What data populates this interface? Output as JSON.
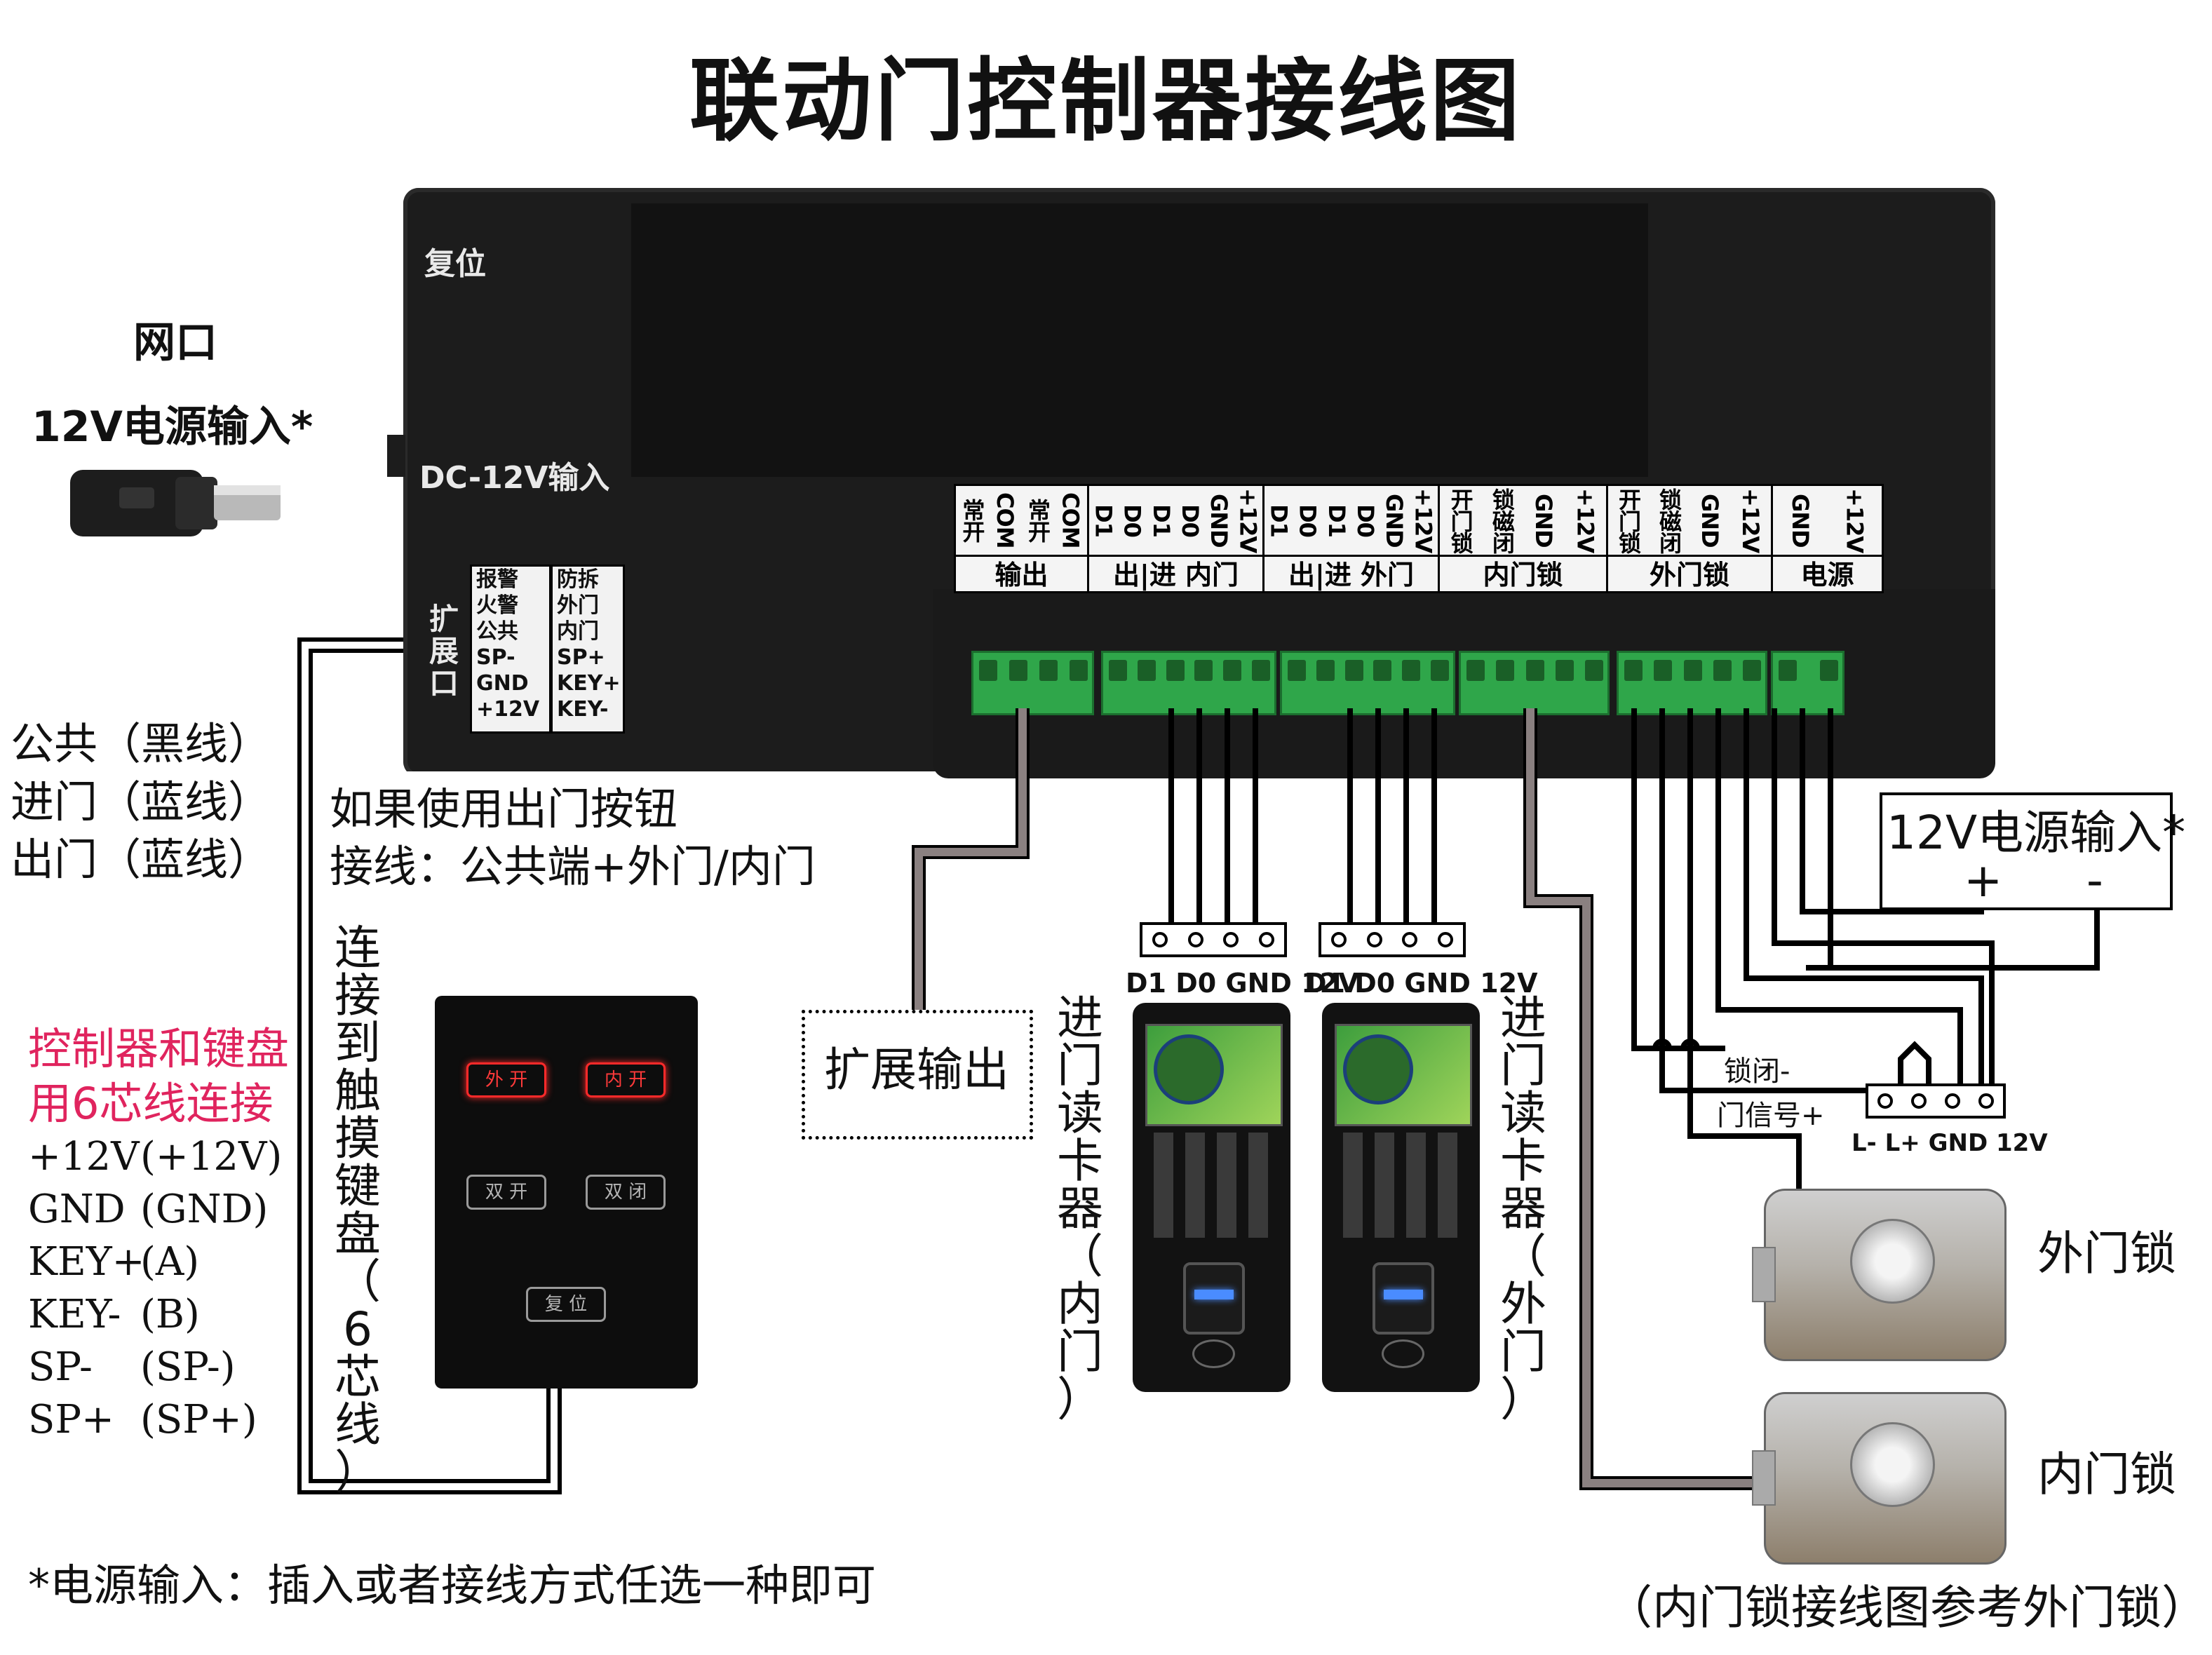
{
  "title": "联动门控制器接线图",
  "left_top": {
    "port": "网口",
    "power": "12V电源输入*"
  },
  "panel": {
    "reset": "复位",
    "dc_input": "DC-12V输入",
    "expansion_port": [
      "扩",
      "展",
      "口"
    ],
    "exp_left": [
      "报警",
      "火警",
      "公共",
      "SP-",
      "GND",
      "+12V"
    ],
    "exp_right": [
      "防拆",
      "外门",
      "内门",
      "SP+",
      "KEY+",
      "KEY-"
    ]
  },
  "strip": [
    {
      "group": "输出",
      "labels": [
        "常开",
        "COM",
        "常开",
        "COM"
      ]
    },
    {
      "group": "出|进 内门",
      "labels": [
        "D1",
        "D0",
        "D1",
        "D0",
        "GND",
        "+12V"
      ]
    },
    {
      "group": "出|进 外门",
      "labels": [
        "D1",
        "D0",
        "D1",
        "D0",
        "GND",
        "+12V"
      ]
    },
    {
      "group": "内门锁",
      "labels": [
        "开门锁",
        "锁磁闭",
        "GND",
        "+12V"
      ]
    },
    {
      "group": "外门锁",
      "labels": [
        "开门锁",
        "锁磁闭",
        "GND",
        "+12V"
      ]
    },
    {
      "group": "电源",
      "labels": [
        "GND",
        "+12V"
      ]
    }
  ],
  "left_wires": [
    "公共（黑线）",
    "进门（蓝线）",
    "出门（蓝线）"
  ],
  "exit_button_note": [
    "如果使用出门按钮",
    "接线：公共端+外门/内门"
  ],
  "keypad_link": [
    "连",
    "接",
    "到",
    "触",
    "摸",
    "键",
    "盘",
    "（",
    "6",
    "芯",
    "线",
    "）"
  ],
  "keypad_note": [
    "控制器和键盘",
    "用6芯线连接"
  ],
  "pin_map": [
    [
      "+12V",
      "(+12V)"
    ],
    [
      "GND",
      "(GND)"
    ],
    [
      "KEY+",
      "(A)"
    ],
    [
      "KEY-",
      "(B)"
    ],
    [
      "SP-",
      "(SP-)"
    ],
    [
      "SP+",
      "(SP+)"
    ]
  ],
  "keypad_buttons": {
    "outer_open": "外 开",
    "inner_open": "内 开",
    "double_open": "双 开",
    "double_close": "双 闭",
    "reset": "复 位"
  },
  "expansion_output": "扩展输出",
  "reader_connector": "D1 D0 GND 12V",
  "reader_inner_label": [
    "进",
    "门",
    "读",
    "卡",
    "器",
    "（",
    "内",
    "门",
    "）"
  ],
  "reader_outer_label": [
    "进",
    "门",
    "读",
    "卡",
    "器",
    "（",
    "外",
    "门",
    "）"
  ],
  "power_box": {
    "title": "12V电源输入*",
    "plus": "+",
    "minus": "-"
  },
  "lock_signals": [
    "锁闭-",
    "门信号+"
  ],
  "lock_connector": "L- L+ GND 12V",
  "outer_lock": "外门锁",
  "inner_lock": "内门锁",
  "inner_lock_note": "（内门锁接线图参考外门锁）",
  "footer": "*电源输入：插入或者接线方式任选一种即可"
}
